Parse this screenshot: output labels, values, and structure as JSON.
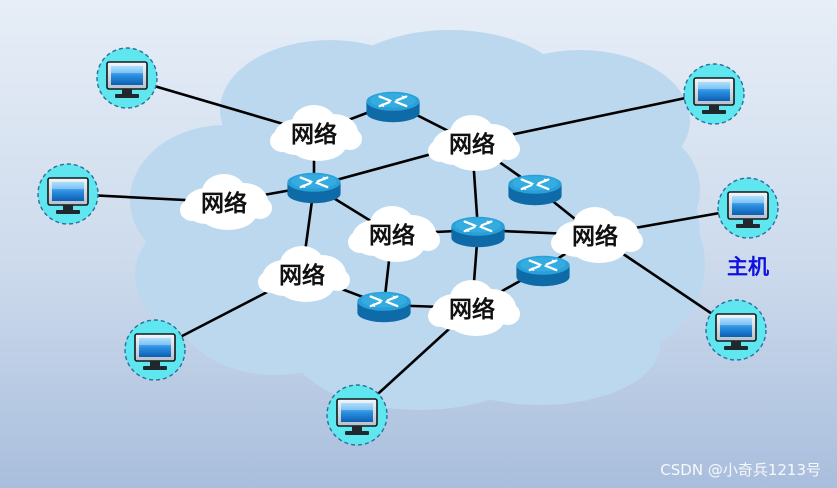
{
  "diagram": {
    "network_label": "网络",
    "host_label": "主机"
  },
  "watermark": "CSDN @小奇兵1213号",
  "colors": {
    "link": "#000000",
    "cloud_bg": "#bcd8ef",
    "small_cloud": "#ffffff",
    "router_top": "#2a9ad2",
    "router_body": "#1375b5",
    "host_halo": "#5fe6ee",
    "host_label": "#1010e0"
  },
  "icons": {
    "router": "router-icon",
    "host": "computer-monitor-icon",
    "network": "network-cloud-icon"
  }
}
